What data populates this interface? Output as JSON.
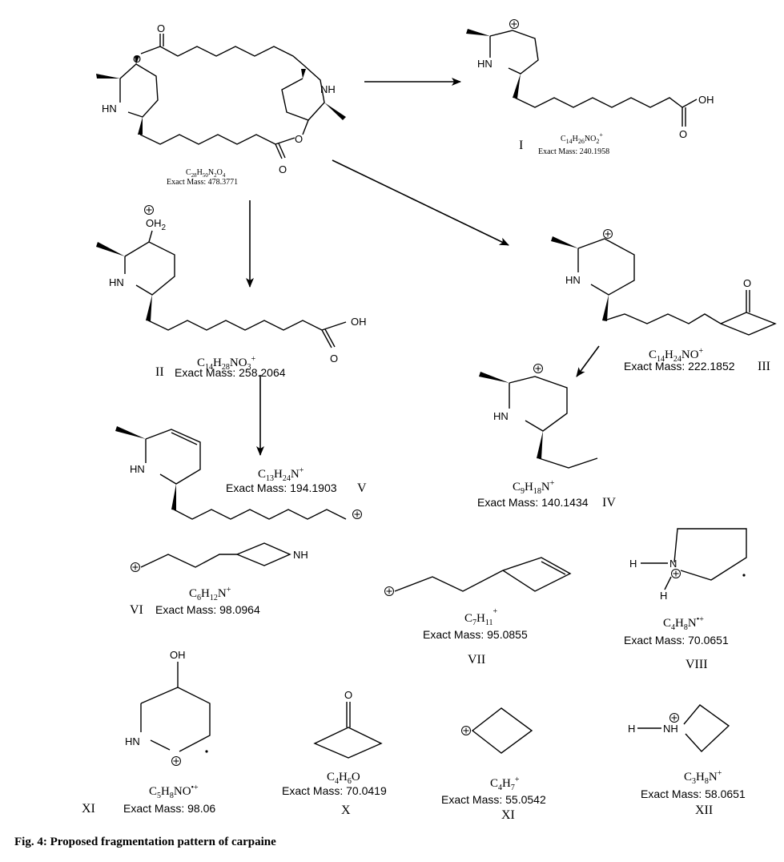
{
  "caption": "Fig. 4: Proposed fragmentation pattern of carpaine",
  "parent": {
    "formula_parts": [
      "C",
      "28",
      "H",
      "50",
      "N",
      "2",
      "O",
      "4"
    ],
    "mass": "Exact Mass: 478.3771",
    "atoms": {
      "nh_left": "HN",
      "nh_right": "NH",
      "o_ring_top": "O",
      "o_carbonyl_top": "O",
      "o_ring_bottom": "O",
      "o_carbonyl_bottom": "O"
    }
  },
  "fragments": {
    "I": {
      "roman": "I",
      "formula_parts": [
        "C",
        "14",
        "H",
        "26",
        "NO",
        "2",
        "+"
      ],
      "mass": "Exact Mass: 240.1958",
      "atoms": {
        "nh": "HN",
        "oh": "OH",
        "o": "O"
      }
    },
    "II": {
      "roman": "II",
      "formula_parts": [
        "C",
        "14",
        "H",
        "28",
        "NO",
        "3",
        "+"
      ],
      "mass": "Exact Mass: 258.2064",
      "atoms": {
        "oh2": "OH",
        "oh2_sub": "2",
        "nh": "HN",
        "oh": "OH",
        "o": "O"
      }
    },
    "III": {
      "roman": "III",
      "formula_parts": [
        "C",
        "14",
        "H",
        "24",
        "NO",
        "",
        "+"
      ],
      "mass": "Exact Mass: 222.1852",
      "atoms": {
        "nh": "HN",
        "o": "O"
      }
    },
    "IV": {
      "roman": "IV",
      "formula_parts": [
        "C",
        "9",
        "H",
        "18",
        "N",
        "",
        "+"
      ],
      "mass": "Exact Mass: 140.1434",
      "atoms": {
        "nh": "HN"
      }
    },
    "V": {
      "roman": "V",
      "formula_parts": [
        "C",
        "13",
        "H",
        "24",
        "N",
        "",
        "+"
      ],
      "mass": "Exact Mass: 194.1903",
      "atoms": {
        "nh": "HN"
      }
    },
    "VI": {
      "roman": "VI",
      "formula_parts": [
        "C",
        "6",
        "H",
        "12",
        "N",
        "",
        "+"
      ],
      "mass": "Exact Mass: 98.0964",
      "atoms": {
        "nh": "NH"
      }
    },
    "VII": {
      "roman": "VII",
      "formula_parts": [
        "C",
        "7",
        "H",
        "11",
        "",
        "",
        "+"
      ],
      "mass": "Exact Mass: 95.0855"
    },
    "VIII": {
      "roman": "VIII",
      "formula_parts": [
        "C",
        "4",
        "H",
        "8",
        "N",
        "",
        "•+"
      ],
      "mass": "Exact Mass: 70.0651",
      "atoms": {
        "n": "N",
        "h1": "H",
        "h2": "H"
      }
    },
    "XI_a": {
      "roman": "XI",
      "formula_parts": [
        "C",
        "5",
        "H",
        "8",
        "NO",
        "",
        "•+"
      ],
      "mass": "Exact Mass: 98.06",
      "atoms": {
        "oh": "OH",
        "nh": "HN"
      }
    },
    "X": {
      "roman": "X",
      "formula_parts": [
        "C",
        "4",
        "H",
        "6",
        "O",
        "",
        ""
      ],
      "mass": "Exact Mass: 70.0419",
      "atoms": {
        "o": "O"
      }
    },
    "XI_b": {
      "roman": "XI",
      "formula_parts": [
        "C",
        "4",
        "H",
        "7",
        "",
        "",
        "+"
      ],
      "mass": "Exact Mass: 55.0542"
    },
    "XII": {
      "roman": "XII",
      "formula_parts": [
        "C",
        "3",
        "H",
        "8",
        "N",
        "",
        "+"
      ],
      "mass": "Exact Mass: 58.0651",
      "atoms": {
        "h": "H",
        "nh": "NH"
      }
    }
  },
  "colors": {
    "ink": "#000000",
    "background": "#ffffff"
  }
}
